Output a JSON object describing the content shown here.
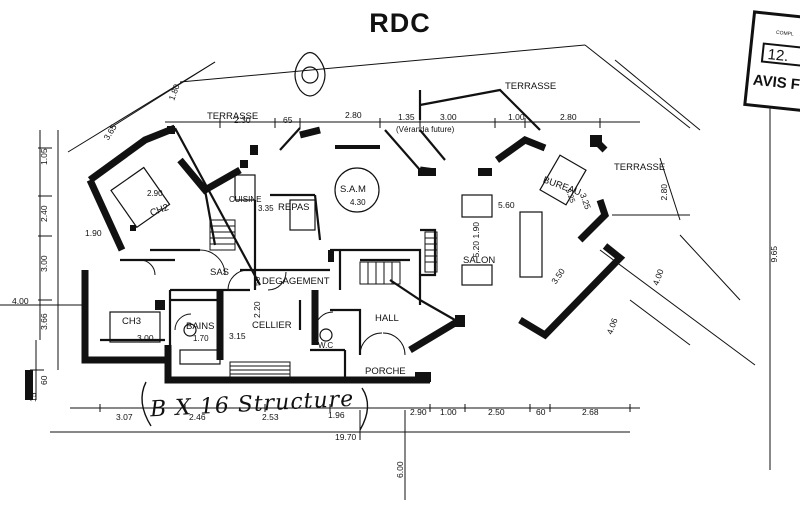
{
  "title": "RDC",
  "stamp": {
    "line1": "",
    "line2": "COMPL",
    "box_text": "12.",
    "line3": "AVIS F"
  },
  "rooms": {
    "sam": "S.A.M",
    "sam_dim": "4.30",
    "cuisine": "CUISINE",
    "repas": "REPAS",
    "repas_dim": "3.35",
    "bureau": "BUREAU",
    "bureau_dim": "3.25",
    "salon": "SALON",
    "degagement": "DEGAGEMENT",
    "cellier": "CELLIER",
    "bains": "BAINS",
    "bains_dim": "1.70",
    "ch3": "CH3",
    "ch2": "CH2",
    "ch2_dim": "2.90",
    "sas": "SAS",
    "hall": "HALL",
    "wc": "W.C",
    "porche": "PORCHE",
    "terrasse_left": "TERRASSE",
    "terrasse_top": "TERRASSE",
    "terrasse_right": "TERRASSE",
    "veranda": "(Véranda future)"
  },
  "dimensions": {
    "top_row": [
      "2.30",
      "65",
      "2.80",
      "1.35",
      "3.00",
      "1.00",
      "2.80"
    ],
    "left_col": [
      "3.65",
      "1.05",
      "2.40",
      "1.90",
      "3.00",
      "4.00",
      "3.66",
      "60",
      "15"
    ],
    "diag": [
      "1.80",
      "5.60",
      "3.25",
      "3.50",
      "4.06",
      "4.00",
      "2.80"
    ],
    "bottom_row": [
      "3.07",
      "2.46",
      "2.53",
      "1.96",
      "2.90",
      "1.00",
      "2.50",
      "60",
      "2.68"
    ],
    "total": "19.70",
    "below_total": "6.00",
    "right_side": "9.65",
    "inner": [
      "3.00",
      "3.15",
      "2.20",
      "50",
      "1.90",
      "5.20"
    ]
  },
  "annotation": "B X 16 Structure"
}
